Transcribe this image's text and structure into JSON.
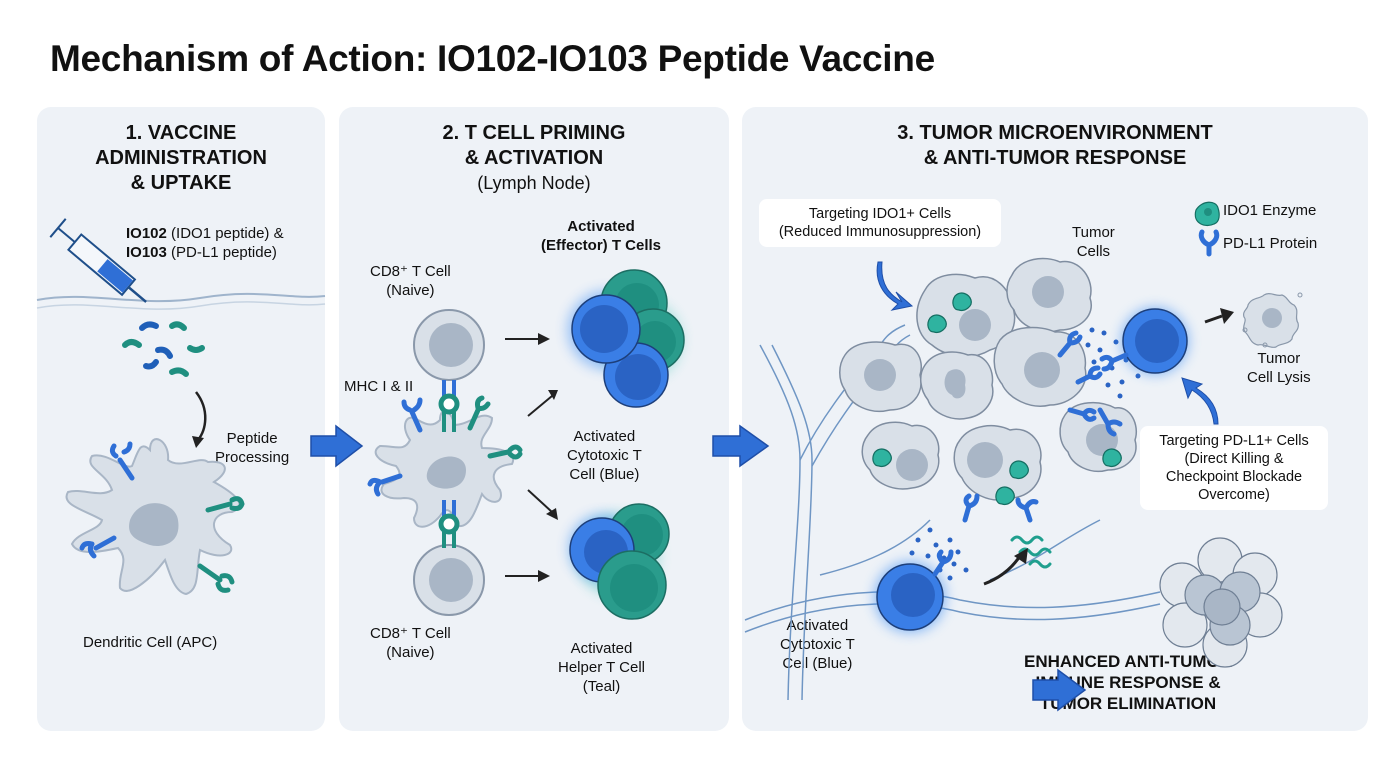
{
  "title": "Mechanism of Action: IO102-IO103 Peptide Vaccine",
  "colors": {
    "panel_bg": "#eef2f7",
    "blue": "#2f6fd6",
    "dark_blue": "#1f4fa8",
    "teal": "#1f8f80",
    "cell_gray": "#d9e0e8",
    "nucleus_gray": "#a9b6c6",
    "arrow_dark": "#222222"
  },
  "panels": [
    {
      "id": "vaccine-administration",
      "title_lines": [
        "1. VACCINE",
        "ADMINISTRATION",
        "& UPTAKE"
      ],
      "vaccine_label": {
        "line1_bold": "IO102",
        "line1_rest": " (IDO1 peptide) &",
        "line2_bold": "IO103",
        "line2_rest": " (PD-L1 peptide)"
      },
      "process_label": [
        "Peptide",
        "Processing"
      ],
      "cell_label": "Dendritic Cell (APC)"
    },
    {
      "id": "t-cell-priming",
      "title_lines": [
        "2. T CELL PRIMING",
        "& ACTIVATION"
      ],
      "subtitle": "(Lymph Node)",
      "naive_top_label": [
        "CD8⁺ T Cell",
        "(Naive)"
      ],
      "naive_bottom_label": [
        "CD8⁺ T Cell",
        "(Naive)"
      ],
      "mhc_label": "MHC I & II",
      "effector_label": [
        "Activated",
        "(Effector) T Cells"
      ],
      "cytotoxic_label": [
        "Activated",
        "Cytotoxic T",
        "Cell (Blue)"
      ],
      "helper_label": [
        "Activated",
        "Helper T Cell",
        "(Teal)"
      ]
    },
    {
      "id": "tumor-microenvironment",
      "title_lines": [
        "3. TUMOR MICROENVIRONMENT",
        "& ANTI-TUMOR RESPONSE"
      ],
      "callout_ido1": [
        "Targeting IDO1+ Cells",
        "(Reduced Immunosuppression)"
      ],
      "tumor_cells_label": [
        "Tumor",
        "Cells"
      ],
      "legend": [
        {
          "icon": "ido1-enzyme-icon",
          "label": "IDO1 Enzyme"
        },
        {
          "icon": "pd-l1-protein-icon",
          "label": "PD-L1 Protein"
        }
      ],
      "lysis_label": [
        "Tumor",
        "Cell Lysis"
      ],
      "callout_pdl1": [
        "Targeting PD-L1+ Cells",
        "(Direct Killing &",
        "Checkpoint Blockade",
        "Overcome)"
      ],
      "tcell_label": [
        "Activated",
        "Cytotoxic T",
        "Cell (Blue)"
      ],
      "outcome_lines": [
        "ENHANCED ANTI-TUMOR",
        "IMMUNE RESPONSE &",
        "TUMOR ELIMINATION"
      ]
    }
  ]
}
